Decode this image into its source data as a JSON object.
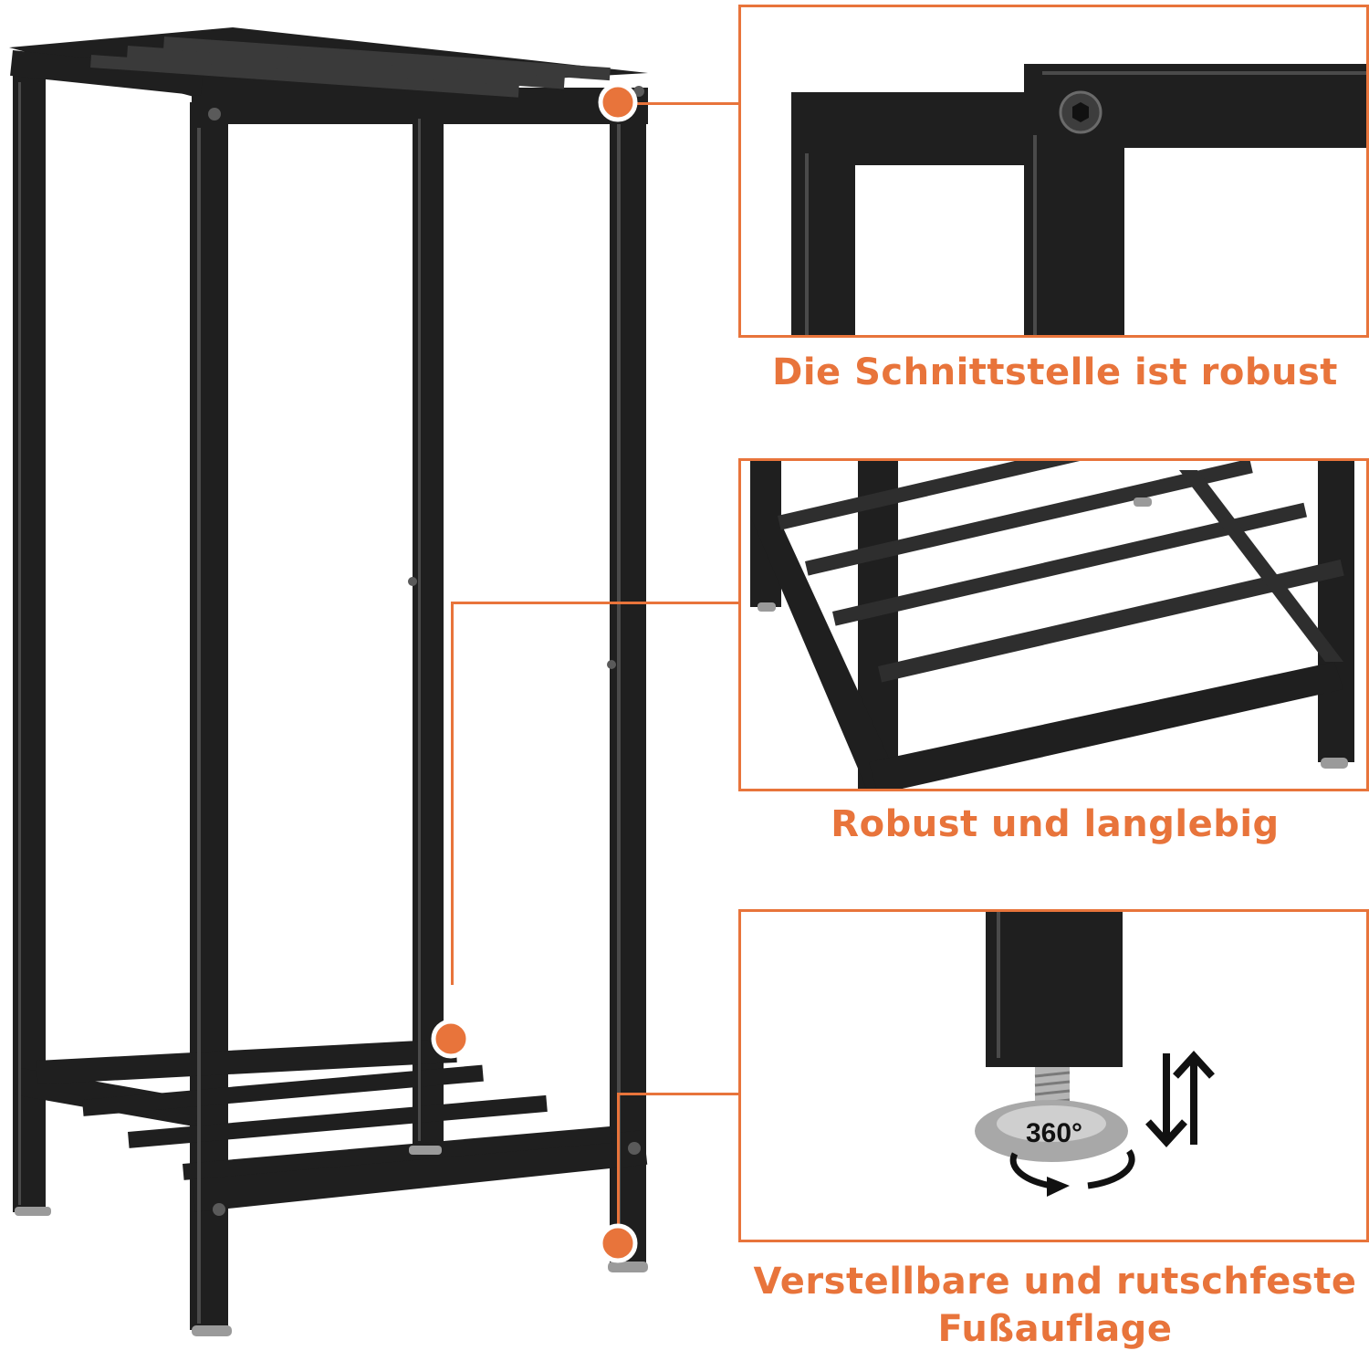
{
  "colors": {
    "accent": "#e8743b",
    "metal": "#1f1f1f",
    "metal_highlight": "#4a4a4a",
    "background": "#ffffff"
  },
  "features": [
    {
      "caption": "Die Schnittstelle ist robust"
    },
    {
      "caption": "Robust und langlebig"
    },
    {
      "caption_line1": "Verstellbare und rutschfeste",
      "caption_line2": "Fußauflage",
      "badge": "360°"
    }
  ],
  "icons": [
    "hex-bolt-icon",
    "up-down-arrows-icon",
    "rotate-360-icon"
  ]
}
